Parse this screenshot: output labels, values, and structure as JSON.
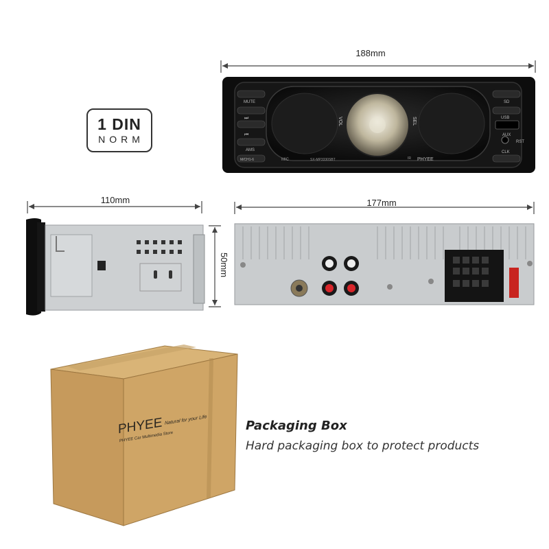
{
  "badge": {
    "line1": "1 DIN",
    "line2": "NORM"
  },
  "dimensions": {
    "front_width": "188mm",
    "side_depth": "110mm",
    "rear_width": "177mm",
    "height": "50mm"
  },
  "front_panel": {
    "left_buttons": [
      "MUTE",
      "AMS",
      "M/CH1-6"
    ],
    "right_buttons": [
      "SD",
      "USB",
      "AUX",
      "CLK"
    ],
    "knob_left": "VOL",
    "knob_right": "SEL",
    "mic": "MIC",
    "rst": "RST",
    "ir": "IR",
    "model": "SX-MP3330SBT",
    "brand": "PHYEE"
  },
  "box": {
    "brand": "PHYEE",
    "tagline": "Natural for your Life",
    "subtitle": "PHYEE Car Multimedia Store"
  },
  "packaging": {
    "title": "Packaging Box",
    "description": "Hard packaging box to protect products"
  },
  "colors": {
    "box": "#c9a064",
    "device": "#111111",
    "chassis": "#cfd2d4"
  }
}
